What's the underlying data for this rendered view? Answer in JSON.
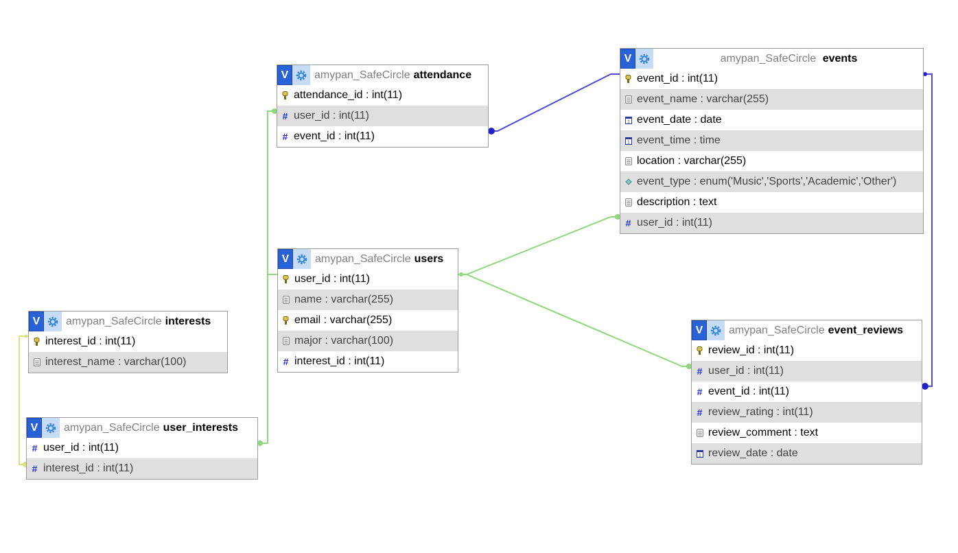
{
  "schema": "amypan_SafeCircle",
  "tables": {
    "attendance": {
      "db": "amypan_SafeCircle",
      "name": "attendance",
      "fields": [
        {
          "text": "attendance_id : int(11)",
          "icon": "primary-key-icon"
        },
        {
          "text": "user_id : int(11)",
          "icon": "numeric-hash-icon"
        },
        {
          "text": "event_id : int(11)",
          "icon": "numeric-hash-icon"
        }
      ]
    },
    "events": {
      "db": "amypan_SafeCircle",
      "name": "events",
      "fields": [
        {
          "text": "event_id : int(11)",
          "icon": "primary-key-icon"
        },
        {
          "text": "event_name : varchar(255)",
          "icon": "text-field-icon"
        },
        {
          "text": "event_date : date",
          "icon": "date-field-icon"
        },
        {
          "text": "event_time : time",
          "icon": "date-field-icon"
        },
        {
          "text": "location : varchar(255)",
          "icon": "text-field-icon"
        },
        {
          "text": "event_type : enum('Music','Sports','Academic','Other')",
          "icon": "enum-field-icon"
        },
        {
          "text": "description : text",
          "icon": "text-field-icon"
        },
        {
          "text": "user_id : int(11)",
          "icon": "numeric-hash-icon"
        }
      ]
    },
    "users": {
      "db": "amypan_SafeCircle",
      "name": "users",
      "fields": [
        {
          "text": "user_id : int(11)",
          "icon": "primary-key-icon"
        },
        {
          "text": "name : varchar(255)",
          "icon": "text-field-icon"
        },
        {
          "text": "email : varchar(255)",
          "icon": "primary-key-icon"
        },
        {
          "text": "major : varchar(100)",
          "icon": "text-field-icon"
        },
        {
          "text": "interest_id : int(11)",
          "icon": "numeric-hash-icon"
        }
      ]
    },
    "interests": {
      "db": "amypan_SafeCircle",
      "name": "interests",
      "fields": [
        {
          "text": "interest_id : int(11)",
          "icon": "primary-key-icon"
        },
        {
          "text": "interest_name : varchar(100)",
          "icon": "text-field-icon"
        }
      ]
    },
    "user_interests": {
      "db": "amypan_SafeCircle",
      "name": "user_interests",
      "fields": [
        {
          "text": "user_id : int(11)",
          "icon": "numeric-hash-icon"
        },
        {
          "text": "interest_id : int(11)",
          "icon": "numeric-hash-icon"
        }
      ]
    },
    "event_reviews": {
      "db": "amypan_SafeCircle",
      "name": "event_reviews",
      "fields": [
        {
          "text": "review_id : int(11)",
          "icon": "primary-key-icon"
        },
        {
          "text": "user_id : int(11)",
          "icon": "numeric-hash-icon"
        },
        {
          "text": "event_id : int(11)",
          "icon": "numeric-hash-icon"
        },
        {
          "text": "review_rating : int(11)",
          "icon": "numeric-hash-icon"
        },
        {
          "text": "review_comment : text",
          "icon": "text-field-icon"
        },
        {
          "text": "review_date : date",
          "icon": "date-field-icon"
        }
      ]
    }
  },
  "header_badge": "V",
  "header_icons": [
    "table-v-icon",
    "gear-icon"
  ],
  "colors": {
    "relation_green": "#8ed87a",
    "relation_blue": "#4b4bd8",
    "relation_yellow": "#e0e07a",
    "header_badge_bg": "#2962d6",
    "row_alt_bg": "#dfdfdf",
    "hash_icon": "#1c2fd6"
  }
}
